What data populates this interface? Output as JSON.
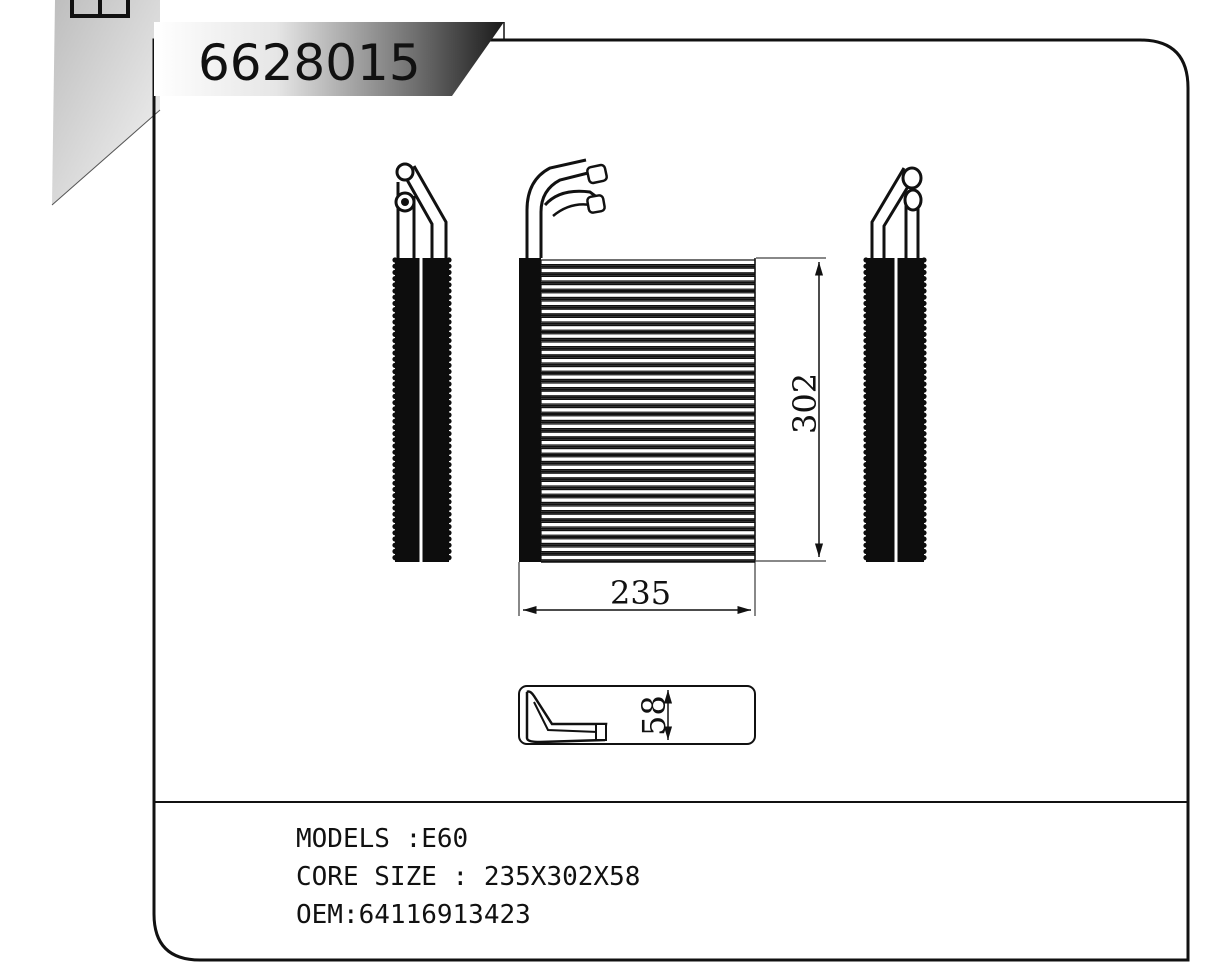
{
  "header": {
    "part_number": "6628015"
  },
  "dimensions": {
    "width": "235",
    "height": "302",
    "depth": "58"
  },
  "specs": {
    "models": "MODELS :E60",
    "core_size": "CORE SIZE : 235X302X58",
    "oem": "OEM:64116913423"
  },
  "colors": {
    "line": "#111111",
    "fin": "#0d0d0d",
    "banner_light": "#ffffff",
    "banner_dark": "#1a1a1a",
    "corner_gray": "#c8c8c8"
  }
}
